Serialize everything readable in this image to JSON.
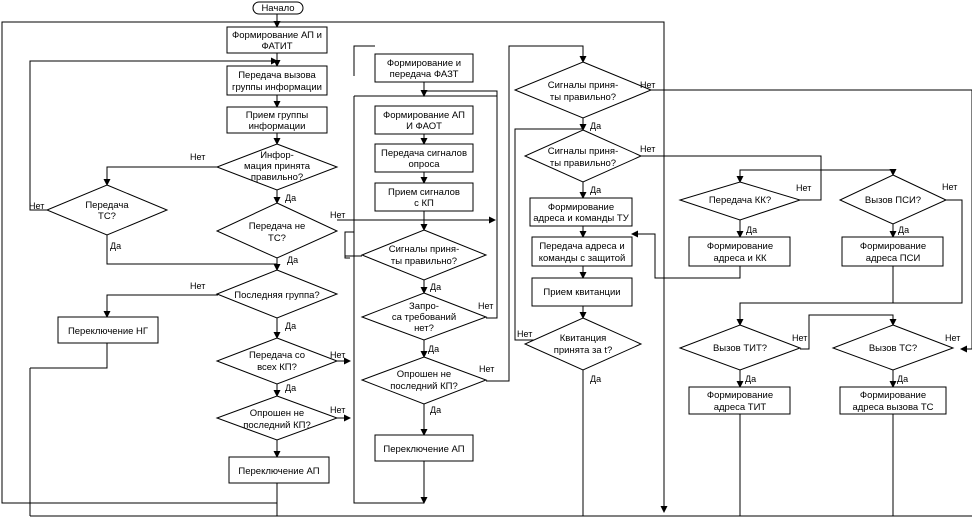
{
  "start": "Начало",
  "yes": "Да",
  "no": "Нет",
  "col1": {
    "form_ap": [
      "Формирование АП и",
      "ФАТИТ"
    ],
    "call_group": [
      "Передача вызова",
      "группы информации"
    ],
    "recv_group": [
      "Прием группы",
      "информации"
    ],
    "info_ok": [
      "Инфор-",
      "мация принята",
      "правильно?"
    ],
    "ts_sent": [
      "Передача",
      "ТС?"
    ],
    "not_ts": [
      "Передача не",
      "ТС?"
    ],
    "last_group": [
      "Последняя группа?"
    ],
    "switch_ng": [
      "Переключение НГ"
    ],
    "from_all_kp": [
      "Передача со",
      "всех КП?"
    ],
    "not_last_kp": [
      "Опрошен не",
      "последний КП?"
    ],
    "switch_ap": [
      "Переключение АП"
    ]
  },
  "col2": {
    "fazt": [
      "Формирование и",
      "передача ФАЗТ"
    ],
    "faot": [
      "Формирование АП",
      "И ФАОТ"
    ],
    "poll": [
      "Передача сигналов",
      "опроса"
    ],
    "recv_kp": [
      "Прием сигналов",
      "с КП"
    ],
    "sig_ok": [
      "Сигналы приня-",
      "ты правильно?"
    ],
    "requests": [
      "Запро-",
      "са требований",
      "нет?"
    ],
    "not_last_kp": [
      "Опрошен не",
      "последний КП?"
    ],
    "switch_ap": [
      "Переключение АП"
    ]
  },
  "col3": {
    "sig_ok1": [
      "Сигналы приня-",
      "ты правильно?"
    ],
    "sig_ok2": [
      "Сигналы приня-",
      "ты правильно?"
    ],
    "form_tu": [
      "Формирование",
      "адреса и команды ТУ"
    ],
    "send_prot": [
      "Передача адреса и",
      "команды с защитой"
    ],
    "recv_ack": [
      "Прием квитанции"
    ],
    "ack_ok": [
      "Квитанция",
      "принята за     t?"
    ]
  },
  "col4": {
    "kk": [
      "Передача КК?"
    ],
    "psi": [
      "Вызов ПСИ?"
    ],
    "form_kk": [
      "Формирование",
      "адреса и КК"
    ],
    "form_psi": [
      "Формирование",
      "адреса ПСИ"
    ],
    "tit": [
      "Вызов ТИТ?"
    ],
    "ts": [
      "Вызов ТС?"
    ],
    "form_tit": [
      "Формирование",
      "адреса ТИТ"
    ],
    "form_ts": [
      "Формирование",
      "адреса вызова ТС"
    ]
  }
}
